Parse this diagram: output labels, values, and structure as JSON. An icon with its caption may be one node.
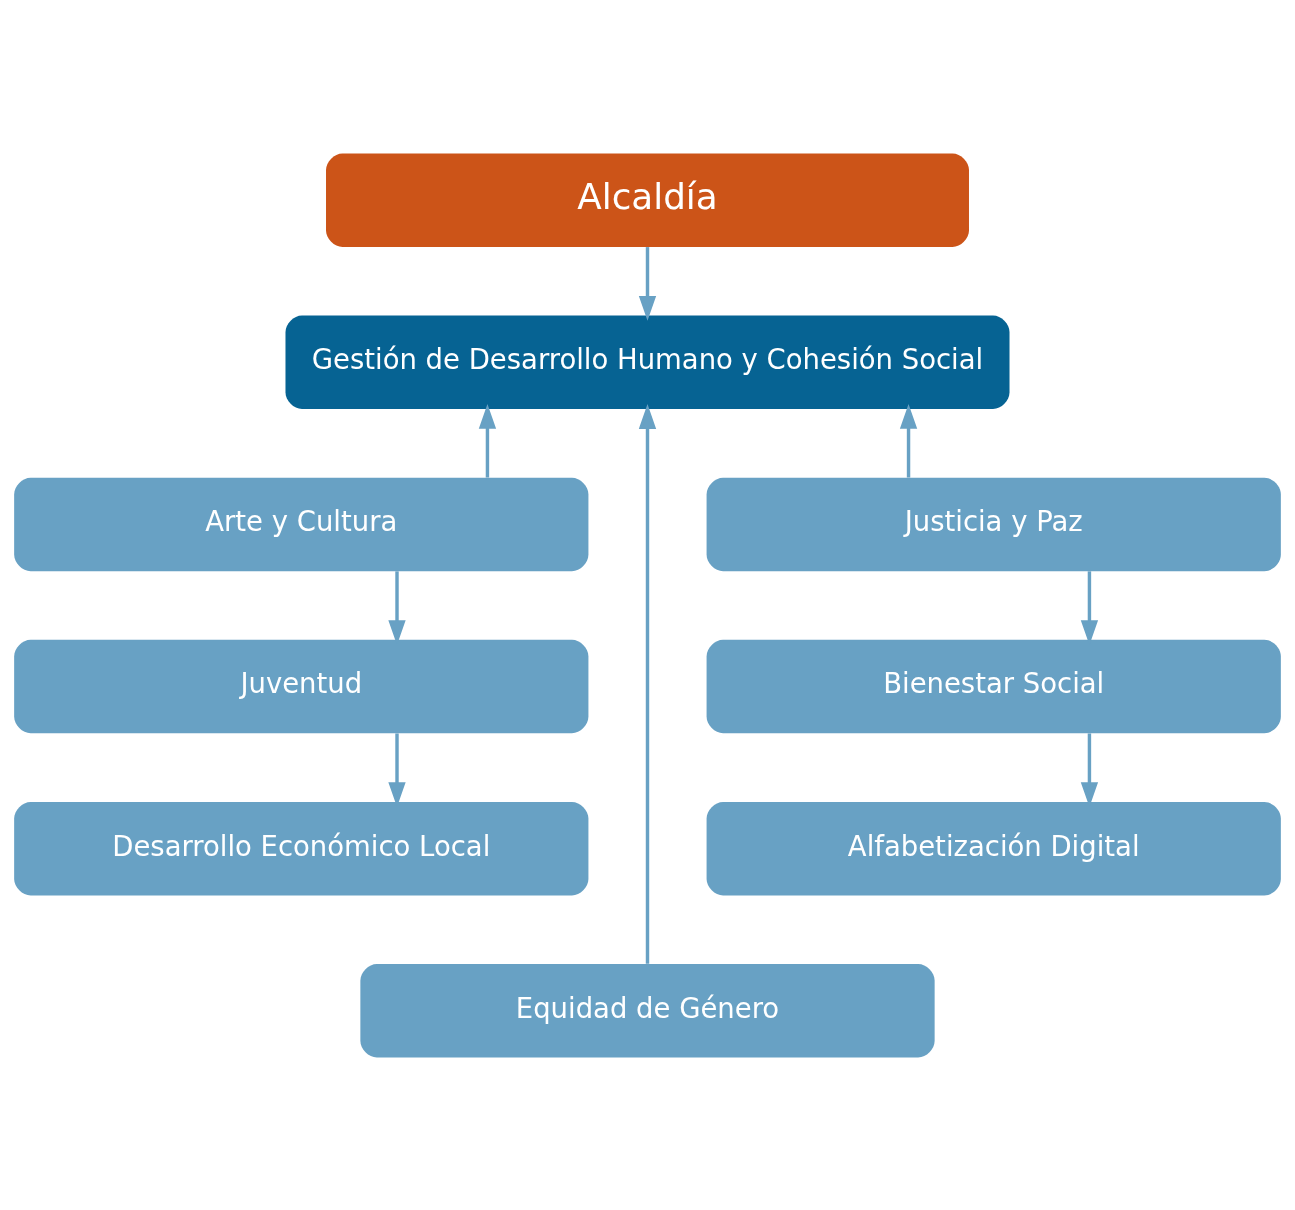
{
  "diagram": {
    "nodes": [
      {
        "text": [
          "Alcaldía"
        ]
      },
      {
        "text": [
          "Gestión de Desarrollo Humano y Cohesión Social"
        ]
      },
      {
        "text": [
          "Arte y Cultura"
        ]
      },
      {
        "text": [
          "Justicia y Paz"
        ]
      },
      {
        "text": [
          "Juventud"
        ]
      },
      {
        "text": [
          "Bienestar Social"
        ]
      },
      {
        "text": [
          "Desarrollo Económico Local"
        ]
      },
      {
        "text": [
          "Alfabetización Digital"
        ]
      },
      {
        "text": [
          "Equidad de Género"
        ]
      }
    ],
    "edges": [
      {
        "from": 0,
        "to": 1,
        "arrow": "to"
      },
      {
        "from": 2,
        "to": 1,
        "arrow": "to"
      },
      {
        "from": 3,
        "to": 1,
        "arrow": "to"
      },
      {
        "from": 8,
        "to": 1,
        "arrow": "to"
      },
      {
        "from": 2,
        "to": 4,
        "arrow": "to"
      },
      {
        "from": 4,
        "to": 6,
        "arrow": "to"
      },
      {
        "from": 3,
        "to": 5,
        "arrow": "to"
      },
      {
        "from": 5,
        "to": 7,
        "arrow": "to"
      }
    ]
  }
}
